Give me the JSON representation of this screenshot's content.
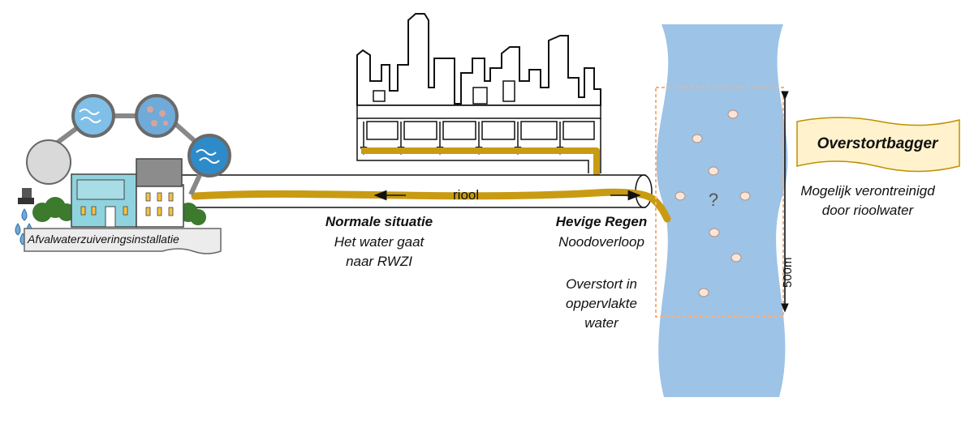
{
  "labels": {
    "riool": "riool",
    "normal_title": "Normale situatie",
    "normal_line1": "Het water gaat",
    "normal_line2": "naar RWZI",
    "heavy_title": "Hevige Regen",
    "heavy_sub": "Noodoverloop",
    "overflow_line1": "Overstort in",
    "overflow_line2": "oppervlakte",
    "overflow_line3": "water",
    "plant_label": "Afvalwaterzuiveringsinstallatie",
    "banner": "Overstortbagger",
    "banner_sub1": "Mogelijk verontreinigd",
    "banner_sub2": "door rioolwater",
    "distance": "500m",
    "question_mark": "?"
  },
  "colors": {
    "sewage": "#C89B12",
    "river": "#9DC3E6",
    "survey_box": "#F4B183",
    "sample_dot": "#FBE5D6",
    "banner_fill": "#FFF2CC",
    "banner_stroke": "#BF9000",
    "building_teal": "#8FD3DF",
    "tank_blue": "#2E8BC9",
    "window_yellow": "#F5C242",
    "tree_green": "#3C7A2E"
  },
  "icons": {
    "flow_left": "arrow-left-icon",
    "flow_right": "arrow-right-icon",
    "sample_unknown": "question-mark-icon"
  }
}
